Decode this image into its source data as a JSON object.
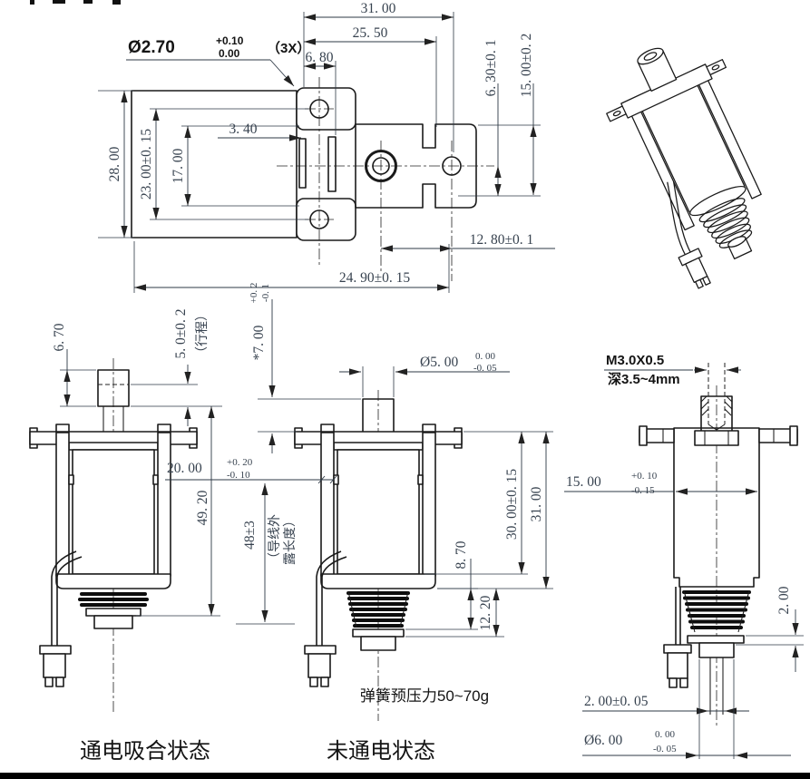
{
  "drawing": {
    "top_view": {
      "w31": "31. 00",
      "w2550": "25. 50",
      "w680": "6. 80",
      "hole_dia": "Ø2.70",
      "hole_tol_up": "+0.10",
      "hole_tol_low": "0.00",
      "hole_qty": "（3X）",
      "h28": "28. 00",
      "h23": "23. 00±0. 15",
      "h17": "17. 00",
      "w34": "3. 40",
      "v63": "6. 30±0. 1",
      "v15": "15. 00±0. 2",
      "w128": "12. 80±0. 1",
      "w249": "24. 90±0. 15"
    },
    "energized_view": {
      "label": "通电吸合状态",
      "h67": "6. 70",
      "stroke": "5. 0±0. 2",
      "stroke_note": "（行程）",
      "h492": "49. 20"
    },
    "deenergized_view": {
      "label": "未通电状态",
      "spring_note": "弹簧预压力50~70g",
      "p7": "*7. 00",
      "p7_up": "+0. 2",
      "p7_low": "-0. 1",
      "d5": "Ø5. 00",
      "d5_up": "0. 00",
      "d5_low": "-0. 05",
      "h20": "20. 00",
      "h20_up": "+0. 20",
      "h20_low": "-0. 10",
      "wire": "48±3",
      "wire_note_a": "（导线外",
      "wire_note_b": "露长度）",
      "h87": "8. 70",
      "h122": "12. 20",
      "h30": "30. 00±0. 15",
      "h31": "31. 00"
    },
    "side_view": {
      "thread": "M3.0X0.5",
      "thread_depth": "深3.5~4mm",
      "w15": "15. 00",
      "w15_up": "+0. 10",
      "w15_low": "-0. 15",
      "t2": "2. 00",
      "pin": "2. 00±0. 05",
      "d6": "Ø6. 00",
      "d6_up": "0. 00",
      "d6_low": "-0. 05"
    },
    "colors": {
      "line": "#1a1a1a",
      "dim_text": "#37424f",
      "label_text": "#141414"
    }
  }
}
